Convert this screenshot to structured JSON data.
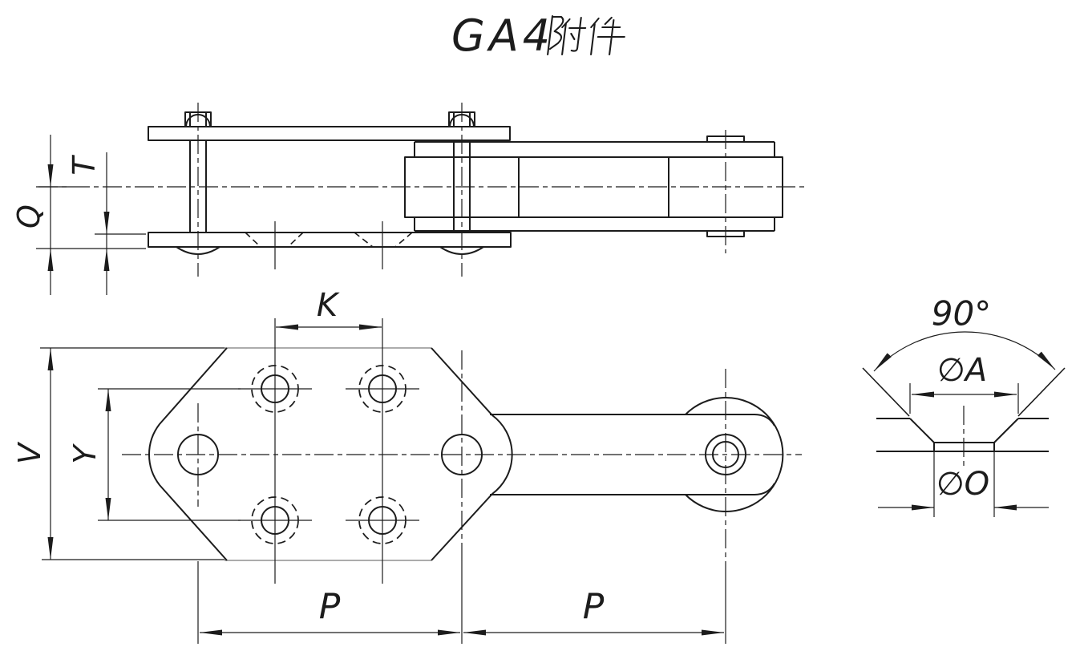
{
  "title": "GA4附件",
  "title_latin": "GA4",
  "title_cjk": "附件",
  "views": {
    "elevation": {
      "label_q": "Q",
      "label_t": "T"
    },
    "plan": {
      "label_k": "K",
      "label_v": "V",
      "label_y": "Y",
      "label_p1": "P",
      "label_p2": "P"
    },
    "countersink_detail": {
      "label_angle": "90°",
      "label_dia_top": "∅A",
      "label_dia_hole": "∅O"
    }
  },
  "colors": {
    "line": "#1c1c1c",
    "thin_edge": "#909090",
    "background": "#ffffff"
  }
}
